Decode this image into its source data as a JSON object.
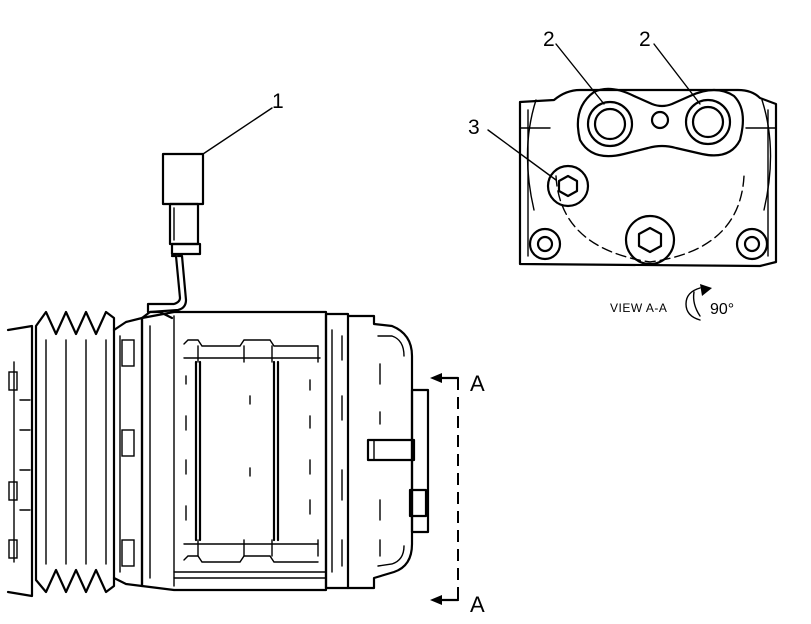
{
  "callouts": {
    "connector": "1",
    "port_left": "2",
    "port_right": "2",
    "plug": "3"
  },
  "section": {
    "top_letter": "A",
    "bottom_letter": "A"
  },
  "view": {
    "caption": "VIEW A-A",
    "rotation": "90°"
  }
}
